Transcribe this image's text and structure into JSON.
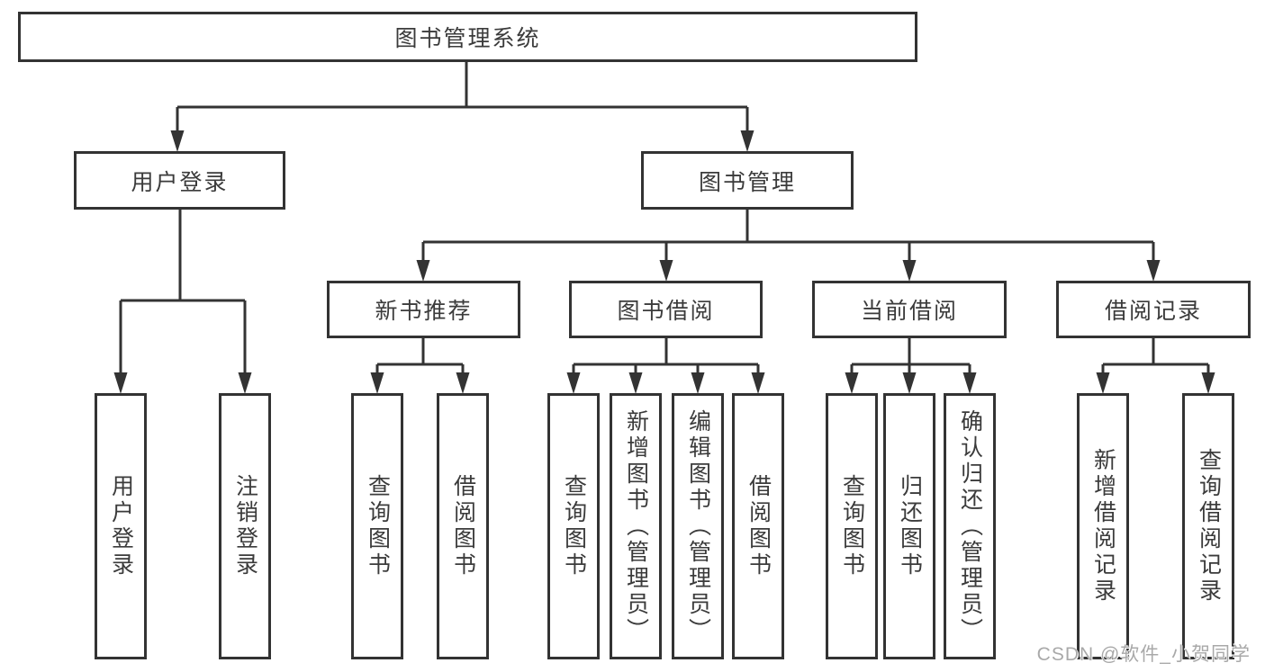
{
  "diagram": {
    "type": "hierarchy",
    "colors": {
      "line": "#333333",
      "box_border": "#333333",
      "text": "#3b3b3b",
      "background": "#ffffff",
      "watermark": "#a9a9a9"
    }
  },
  "tree": {
    "label": "图书管理系统",
    "children": [
      {
        "label": "用户登录",
        "children": [
          {
            "label": "用户登录"
          },
          {
            "label": "注销登录"
          }
        ]
      },
      {
        "label": "图书管理",
        "children": [
          {
            "label": "新书推荐",
            "children": [
              {
                "label": "查询图书"
              },
              {
                "label": "借阅图书"
              }
            ]
          },
          {
            "label": "图书借阅",
            "children": [
              {
                "label": "查询图书"
              },
              {
                "label": "新增图书（管理员）"
              },
              {
                "label": "编辑图书（管理员）"
              },
              {
                "label": "借阅图书"
              }
            ]
          },
          {
            "label": "当前借阅",
            "children": [
              {
                "label": "查询图书"
              },
              {
                "label": "归还图书"
              },
              {
                "label": "确认归还（管理员）"
              }
            ]
          },
          {
            "label": "借阅记录",
            "children": [
              {
                "label": "新增借阅记录"
              },
              {
                "label": "查询借阅记录"
              }
            ]
          }
        ]
      }
    ]
  },
  "watermark": {
    "text": "CSDN @软件_小贺同学"
  }
}
